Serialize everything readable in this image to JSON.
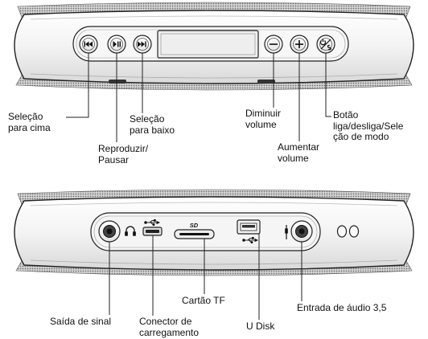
{
  "top_view": {
    "callouts": {
      "prev": [
        "Seleção",
        "para cima"
      ],
      "play": [
        "Reproduzir/",
        "Pausar"
      ],
      "next": [
        "Seleção",
        "para baixo"
      ],
      "vol_down": [
        "Diminuir",
        "volume"
      ],
      "vol_up": [
        "Aumentar",
        "volume"
      ],
      "power": [
        "Botão",
        "liga/desliga/Sele",
        "ção de modo"
      ]
    }
  },
  "bottom_view": {
    "callouts": {
      "signal_out": "Saída de sinal",
      "charge": [
        "Conector de",
        "carregamento"
      ],
      "tf_card": "Cartão TF",
      "u_disk": "U Disk",
      "audio_in": "Entrada de áudio 3,5"
    },
    "sd_logo": "SD"
  },
  "colors": {
    "stroke": "#222222",
    "body_fill": "#f4f4f4",
    "cloth": "#9a9a9a"
  }
}
